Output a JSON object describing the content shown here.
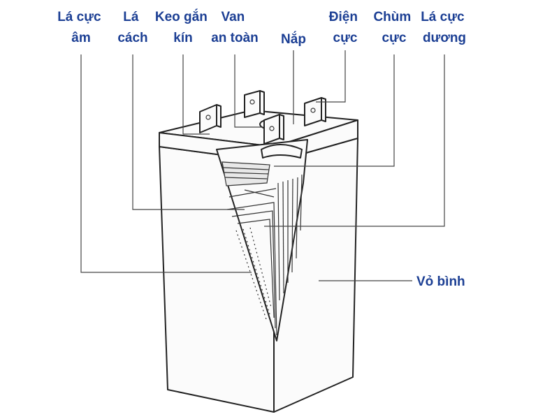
{
  "labels": {
    "negative_plate": [
      "Lá cực",
      "âm"
    ],
    "separator": [
      "Lá",
      "cách"
    ],
    "sealant": [
      "Keo gắn",
      "kín"
    ],
    "safety_valve": [
      "Van",
      "an toàn"
    ],
    "lid": [
      "Nắp"
    ],
    "terminal": [
      "Điện",
      "cực"
    ],
    "plate_group": [
      "Chùm",
      "cực"
    ],
    "positive_plate": [
      "Lá cực",
      "dương"
    ],
    "case": [
      "Vỏ bình"
    ]
  },
  "colors": {
    "label_text": "#1c3f94",
    "line": "#222222"
  }
}
